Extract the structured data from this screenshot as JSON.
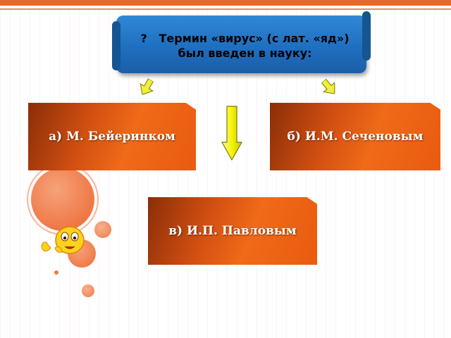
{
  "question": {
    "mark": "?",
    "text": "Термин «вирус» (с лат. «яд») был введен в науку:"
  },
  "answers": [
    {
      "label": "а) М. Бейеринком"
    },
    {
      "label": "б) И.М. Сеченовым"
    },
    {
      "label": "в) И.П. Павловым"
    }
  ],
  "colors": {
    "scroll": "#1f6fc0",
    "answer": "#e95b10",
    "arrow": "#f0f000",
    "circles": "#ef7b4a"
  },
  "icons": [
    "question-scroll",
    "arrow-down-icon",
    "arrow-small-icon",
    "smiley-icon"
  ]
}
